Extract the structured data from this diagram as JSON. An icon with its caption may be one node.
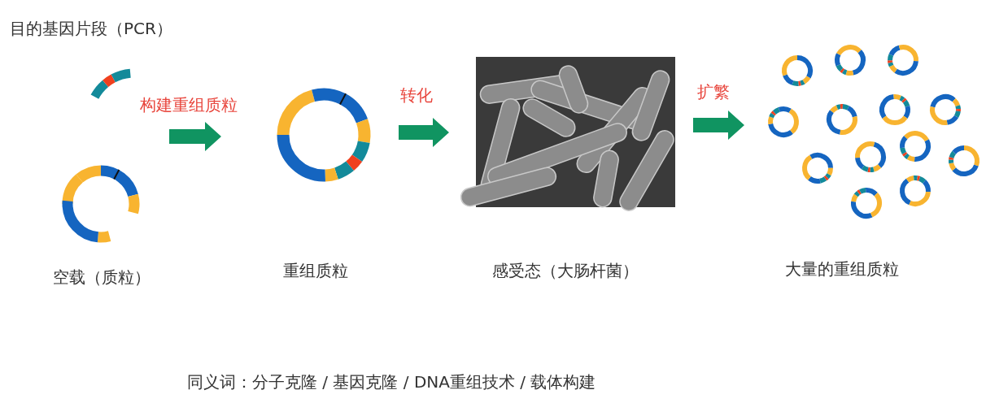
{
  "diagram": {
    "nodes": [
      {
        "text": [
          "目的基因片段（PCR）"
        ]
      },
      {
        "text": [
          "空载（质粒）"
        ]
      },
      {
        "text": [
          "重组质粒"
        ]
      },
      {
        "text": [
          "感受态（大肠杆菌）"
        ]
      },
      {
        "text": [
          "大量的重组质粒"
        ]
      }
    ],
    "edges": [
      {
        "from": 0,
        "to": 2,
        "arrow": "to",
        "label": "构建重组质粒"
      },
      {
        "from": 1,
        "to": 2,
        "arrow": "to"
      },
      {
        "from": 2,
        "to": 3,
        "arrow": "to",
        "label": "转化"
      },
      {
        "from": 3,
        "to": 4,
        "arrow": "to",
        "label": "扩繁"
      }
    ],
    "labels": [
      "同义词：分子克隆 / 基因克隆 / DNA重组技术 / 载体构建"
    ]
  }
}
